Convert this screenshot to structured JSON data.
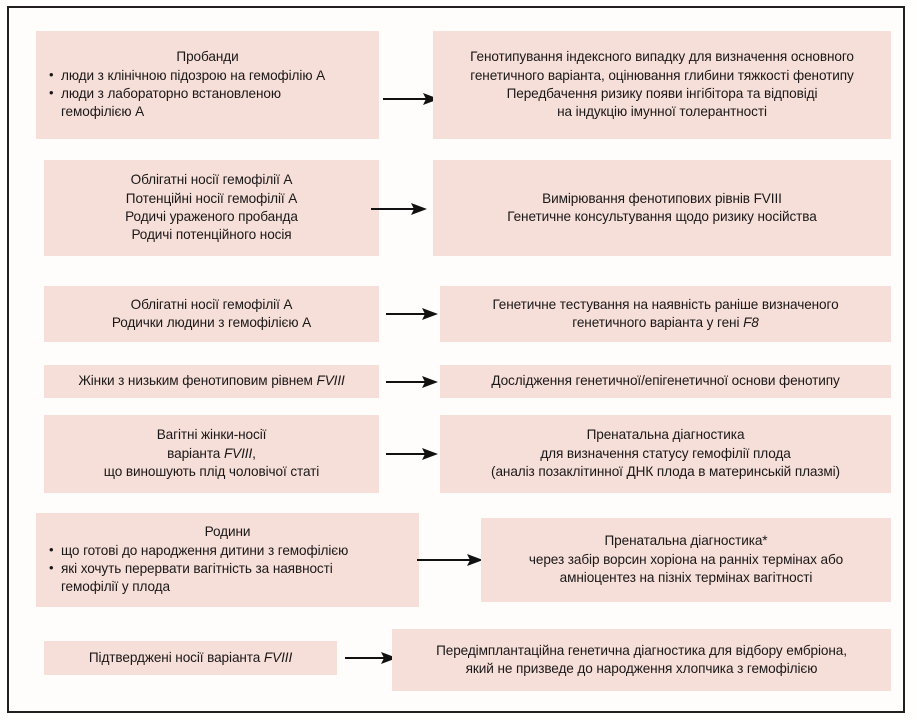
{
  "figure": {
    "type": "flowchart",
    "language": "uk",
    "title": "",
    "colors": {
      "box_fill": "#f6dfd8",
      "frame_border": "#231f20",
      "text": "#1a1718",
      "background": "#fffefd"
    },
    "rows": [
      {
        "id": "row-1",
        "left_box": {
          "name": "probands-box",
          "heading": "Пробанди",
          "bullets": [
            [
              "люди з клінічною підозрою на гемофілію А"
            ],
            [
              "люди з лабораторно встановленою",
              "гемофілією А"
            ]
          ]
        },
        "arrow": {
          "name": "arrow-1"
        },
        "right_box": {
          "name": "index-case-genotyping-box",
          "lines": [
            "Генотипування індексного випадку для визначення основного",
            "генетичного варіанта, оцінювання глибини тяжкості фенотипу",
            "Передбачення ризику появи інгібітора та відповіді",
            "на індукцію імунної толерантності"
          ]
        }
      },
      {
        "id": "row-2",
        "left_box": {
          "name": "carriers-relatives-box",
          "lines": [
            "Облігатні носії гемофілії А",
            "Потенційні носії гемофілії А",
            "Родичі ураженого пробанда",
            "Родичі потенційного носія"
          ]
        },
        "arrow": {
          "name": "arrow-2"
        },
        "right_box": {
          "name": "fviii-levels-counselling-box",
          "lines": [
            "Вимірювання фенотипових рівнів FVIII",
            "Генетичне консультування щодо ризику носійства"
          ]
        }
      },
      {
        "id": "row-3",
        "left_box": {
          "name": "obligate-carriers-female-relatives-box",
          "lines": [
            "Облігатні носії гемофілії А",
            "Родички людини з гемофілією А"
          ]
        },
        "arrow": {
          "name": "arrow-3"
        },
        "right_box": {
          "name": "f8-variant-testing-box",
          "lines": [
            "Генетичне тестування на наявність раніше визначеного",
            "генетичного варіанта у гені F8"
          ],
          "italic_tokens": [
            "F8"
          ]
        }
      },
      {
        "id": "row-4",
        "left_box": {
          "name": "low-fviii-women-box",
          "lines": [
            "Жінки з низьким фенотиповим рівнем FVIII"
          ],
          "italic_tokens": [
            "FVIII"
          ]
        },
        "arrow": {
          "name": "arrow-4"
        },
        "right_box": {
          "name": "genetic-epigenetic-basis-box",
          "lines": [
            "Дослідження генетичної/епігенетичної основи фенотипу"
          ]
        }
      },
      {
        "id": "row-5",
        "left_box": {
          "name": "pregnant-carriers-box",
          "lines": [
            "Вагітні жінки-носії",
            "варіанта FVIII,",
            "що виношують плід чоловічої статі"
          ],
          "italic_tokens": [
            "FVIII"
          ]
        },
        "arrow": {
          "name": "arrow-5"
        },
        "right_box": {
          "name": "prenatal-diagnostics-box",
          "lines": [
            "Пренатальна діагностика",
            "для визначення статусу гемофілії плода",
            "(аналіз позаклітинної ДНК плода в материнській плазмі)"
          ]
        }
      },
      {
        "id": "row-6",
        "left_box": {
          "name": "families-box",
          "heading": "Родини",
          "bullets": [
            [
              "що готові до народження дитини з гемофілією"
            ],
            [
              "які хочуть перервати вагітність за наявності",
              "гемофілії у плода"
            ]
          ]
        },
        "arrow": {
          "name": "arrow-6"
        },
        "right_box": {
          "name": "prenatal-diagnostics-cvs-box",
          "lines": [
            "Пренатальна діагностика*",
            "через забір ворсин хоріона на ранніх термінах або",
            "амніоцентез на пізніх термінах вагітності"
          ]
        }
      },
      {
        "id": "row-7",
        "left_box": {
          "name": "confirmed-carriers-box",
          "lines": [
            "Підтверджені носії варіанта FVIII"
          ],
          "italic_tokens": [
            "FVIII"
          ]
        },
        "arrow": {
          "name": "arrow-7"
        },
        "right_box": {
          "name": "pgd-box",
          "lines": [
            "Передімплантаційна генетична діагностика для відбору ембріона,",
            "який не призведе до народження хлопчика з гемофілією"
          ]
        }
      }
    ]
  }
}
